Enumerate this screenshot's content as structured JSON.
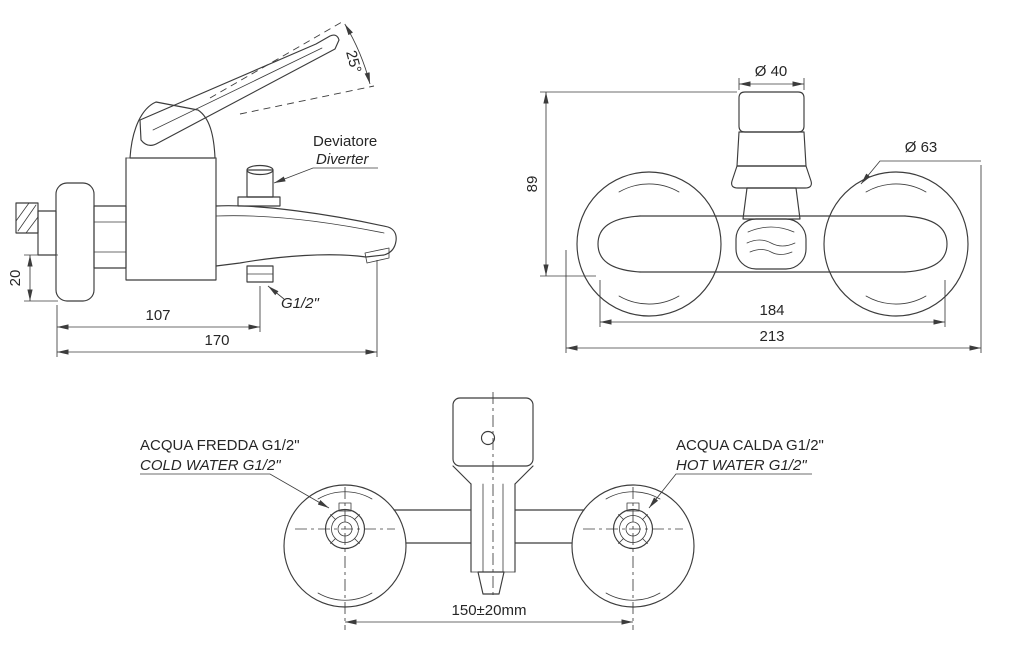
{
  "meta": {
    "background": "#ffffff",
    "line_color": "#3c3c3c"
  },
  "side_view": {
    "angle": "25°",
    "diverter_it": "Deviatore",
    "diverter_en": "Diverter",
    "outlet_thread": "G1/2\"",
    "dim_wall_offset": "20",
    "dim_outlet_distance": "107",
    "dim_total_depth": "170"
  },
  "front_view": {
    "dim_handle_diameter": "Ø 40",
    "dim_escutcheon_diameter": "Ø 63",
    "dim_height": "89",
    "dim_body_width": "184",
    "dim_total_width": "213"
  },
  "back_view": {
    "cold_it": "ACQUA FREDDA G1/2\"",
    "cold_en": "COLD WATER G1/2\"",
    "hot_it": "ACQUA CALDA G1/2\"",
    "hot_en": "HOT WATER G1/2\"",
    "dim_inlet_spacing": "150±20mm",
    "cold_color": "#0a38e8",
    "hot_color": "#e8400a"
  }
}
